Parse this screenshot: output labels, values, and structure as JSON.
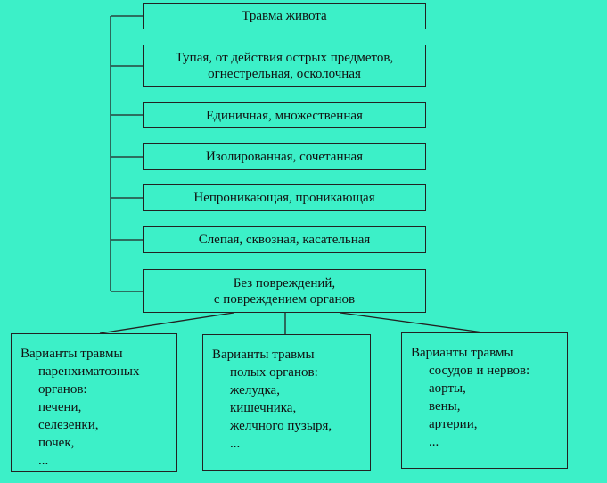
{
  "diagram": {
    "root": "Травма живота",
    "categories": [
      [
        "Тупая, от действия острых предметов,",
        "огнестрельная, осколочная"
      ],
      [
        "Единичная, множественная"
      ],
      [
        "Изолированная, сочетанная"
      ],
      [
        "Непроникающая, проникающая"
      ],
      [
        "Слепая, сквозная, касательная"
      ],
      [
        "Без повреждений,",
        "с повреждением органов"
      ]
    ],
    "variants": [
      {
        "title": "Варианты травмы",
        "subtitle": "паренхиматозных",
        "items": [
          "органов:",
          "печени,",
          "селезенки,",
          "почек,",
          "..."
        ]
      },
      {
        "title": "Варианты травмы",
        "subtitle": "полых органов:",
        "items": [
          "желудка,",
          "кишечника,",
          "желчного пузыря,",
          "..."
        ]
      },
      {
        "title": "Варианты травмы",
        "subtitle": "сосудов и нервов:",
        "items": [
          "аорты,",
          "вены,",
          "артерии,",
          "..."
        ]
      }
    ]
  }
}
